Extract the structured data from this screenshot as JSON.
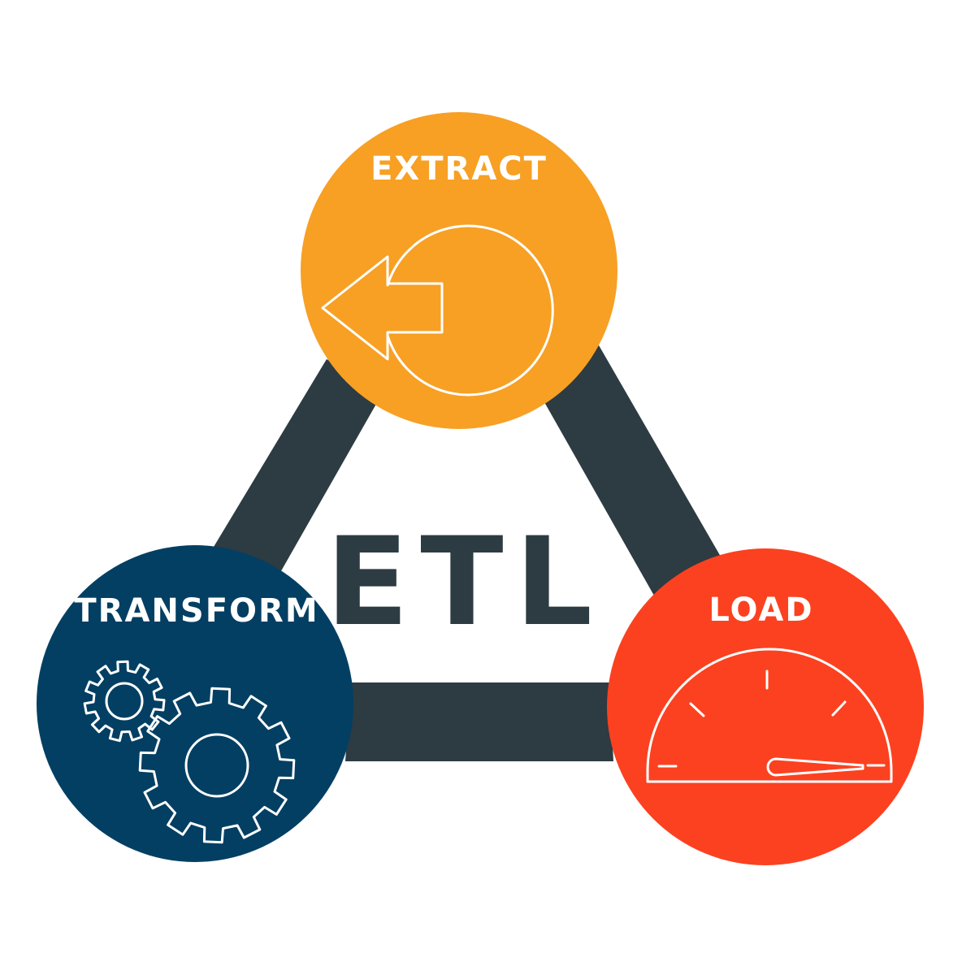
{
  "center": {
    "title": "ETL"
  },
  "nodes": [
    {
      "id": "extract",
      "label": "EXTRACT",
      "icon": "extract-arrow-icon"
    },
    {
      "id": "transform",
      "label": "TRANSFORM",
      "icon": "gears-icon"
    },
    {
      "id": "load",
      "label": "LOAD",
      "icon": "speedometer-icon"
    }
  ],
  "colors": {
    "extract": "#F7A024",
    "transform": "#033F63",
    "load": "#FC4120",
    "connector": "#2D3B42",
    "title": "#2D3B42",
    "background": "#FFFFFF"
  }
}
